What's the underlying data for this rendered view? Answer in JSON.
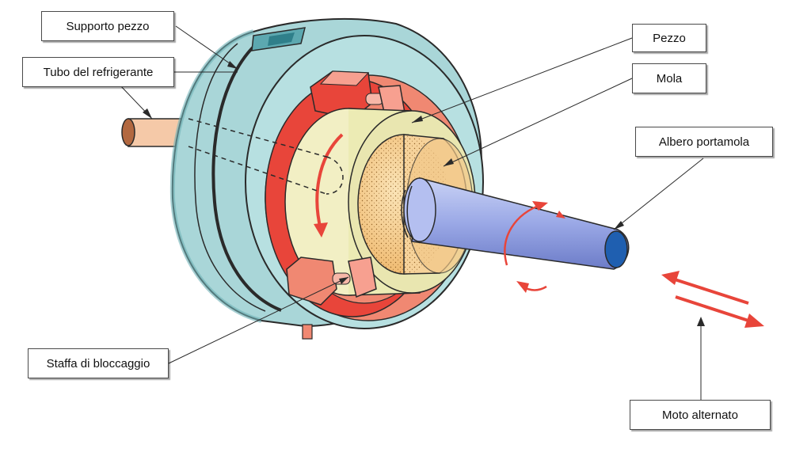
{
  "labels": {
    "supporto_pezzo": "Supporto pezzo",
    "tubo_refrigerante": "Tubo del refrigerante",
    "pezzo": "Pezzo",
    "mola": "Mola",
    "albero_portamola": "Albero portamola",
    "staffa_bloccaggio": "Staffa di bloccaggio",
    "moto_alternato": "Moto alternato"
  },
  "colors": {
    "housing": "#a9d6d8",
    "housing_dark": "#6fb3b8",
    "chuck_red": "#e8453a",
    "chuck_salmon": "#f08872",
    "workpiece": "#f2efc4",
    "wheel": "#f3c98a",
    "shaft": "#9aa8e6",
    "shaft_end": "#1f5fb0",
    "coolant_tube": "#f5c9a8",
    "arrow_red": "#e8453a",
    "outline": "#2a2a2a"
  }
}
